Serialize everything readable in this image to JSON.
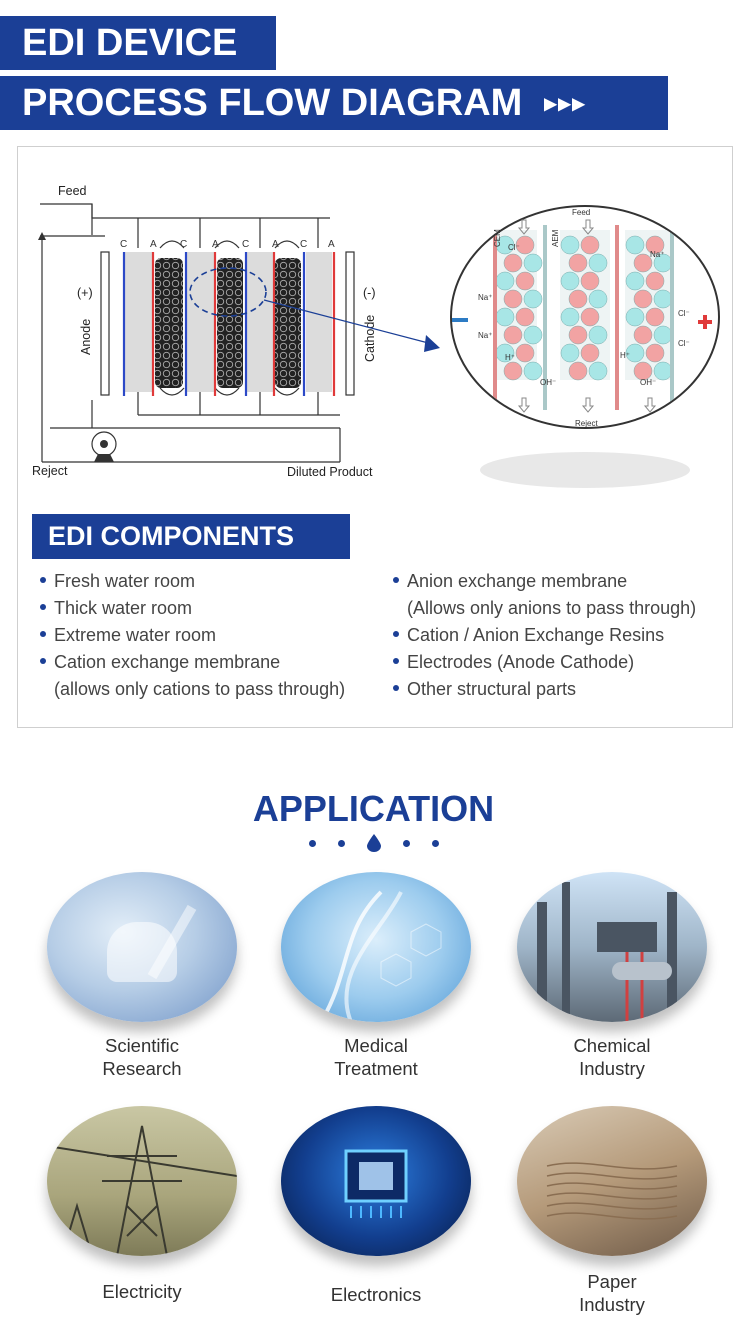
{
  "header": {
    "title_line1": "EDI DEVICE",
    "title_line2": "PROCESS FLOW DIAGRAM",
    "arrows": "▸▸▸"
  },
  "diagram": {
    "feed": "Feed",
    "reject": "Reject",
    "diluted_product": "Diluted Product",
    "anode": "Anode",
    "cathode": "Cathode",
    "plus": "(+)",
    "minus": "(-)",
    "membrane_labels": [
      "C",
      "A",
      "C",
      "A",
      "C",
      "A",
      "C",
      "A"
    ],
    "zoom": {
      "feed": "Feed",
      "reject": "Reject",
      "cem": "CEM",
      "aem": "AEM",
      "na": "Na⁺",
      "cl": "Cl⁻",
      "h": "H⁺",
      "oh": "OH⁻"
    }
  },
  "components": {
    "title": "EDI COMPONENTS",
    "left": [
      {
        "text": "Fresh water room",
        "sub": ""
      },
      {
        "text": "Thick water room",
        "sub": ""
      },
      {
        "text": "Extreme water room",
        "sub": ""
      },
      {
        "text": "Cation exchange membrane",
        "sub": "(allows only cations to pass through)"
      }
    ],
    "right": [
      {
        "text": "Anion exchange membrane",
        "sub": "(Allows only anions to pass through)"
      },
      {
        "text": "Cation / Anion Exchange Resins",
        "sub": ""
      },
      {
        "text": "Electrodes (Anode Cathode)",
        "sub": ""
      },
      {
        "text": "Other structural parts",
        "sub": ""
      }
    ]
  },
  "application": {
    "title": "APPLICATION",
    "items": [
      {
        "line1": "Scientific",
        "line2": "Research"
      },
      {
        "line1": "Medical",
        "line2": "Treatment"
      },
      {
        "line1": "Chemical",
        "line2": "Industry"
      },
      {
        "line1": "Electricity",
        "line2": ""
      },
      {
        "line1": "Electronics",
        "line2": ""
      },
      {
        "line1": "Paper",
        "line2": "Industry"
      }
    ]
  },
  "colors": {
    "brand_blue": "#1b3f96",
    "cation_red": "#e03a3a",
    "anion_blue": "#2c49c7"
  }
}
